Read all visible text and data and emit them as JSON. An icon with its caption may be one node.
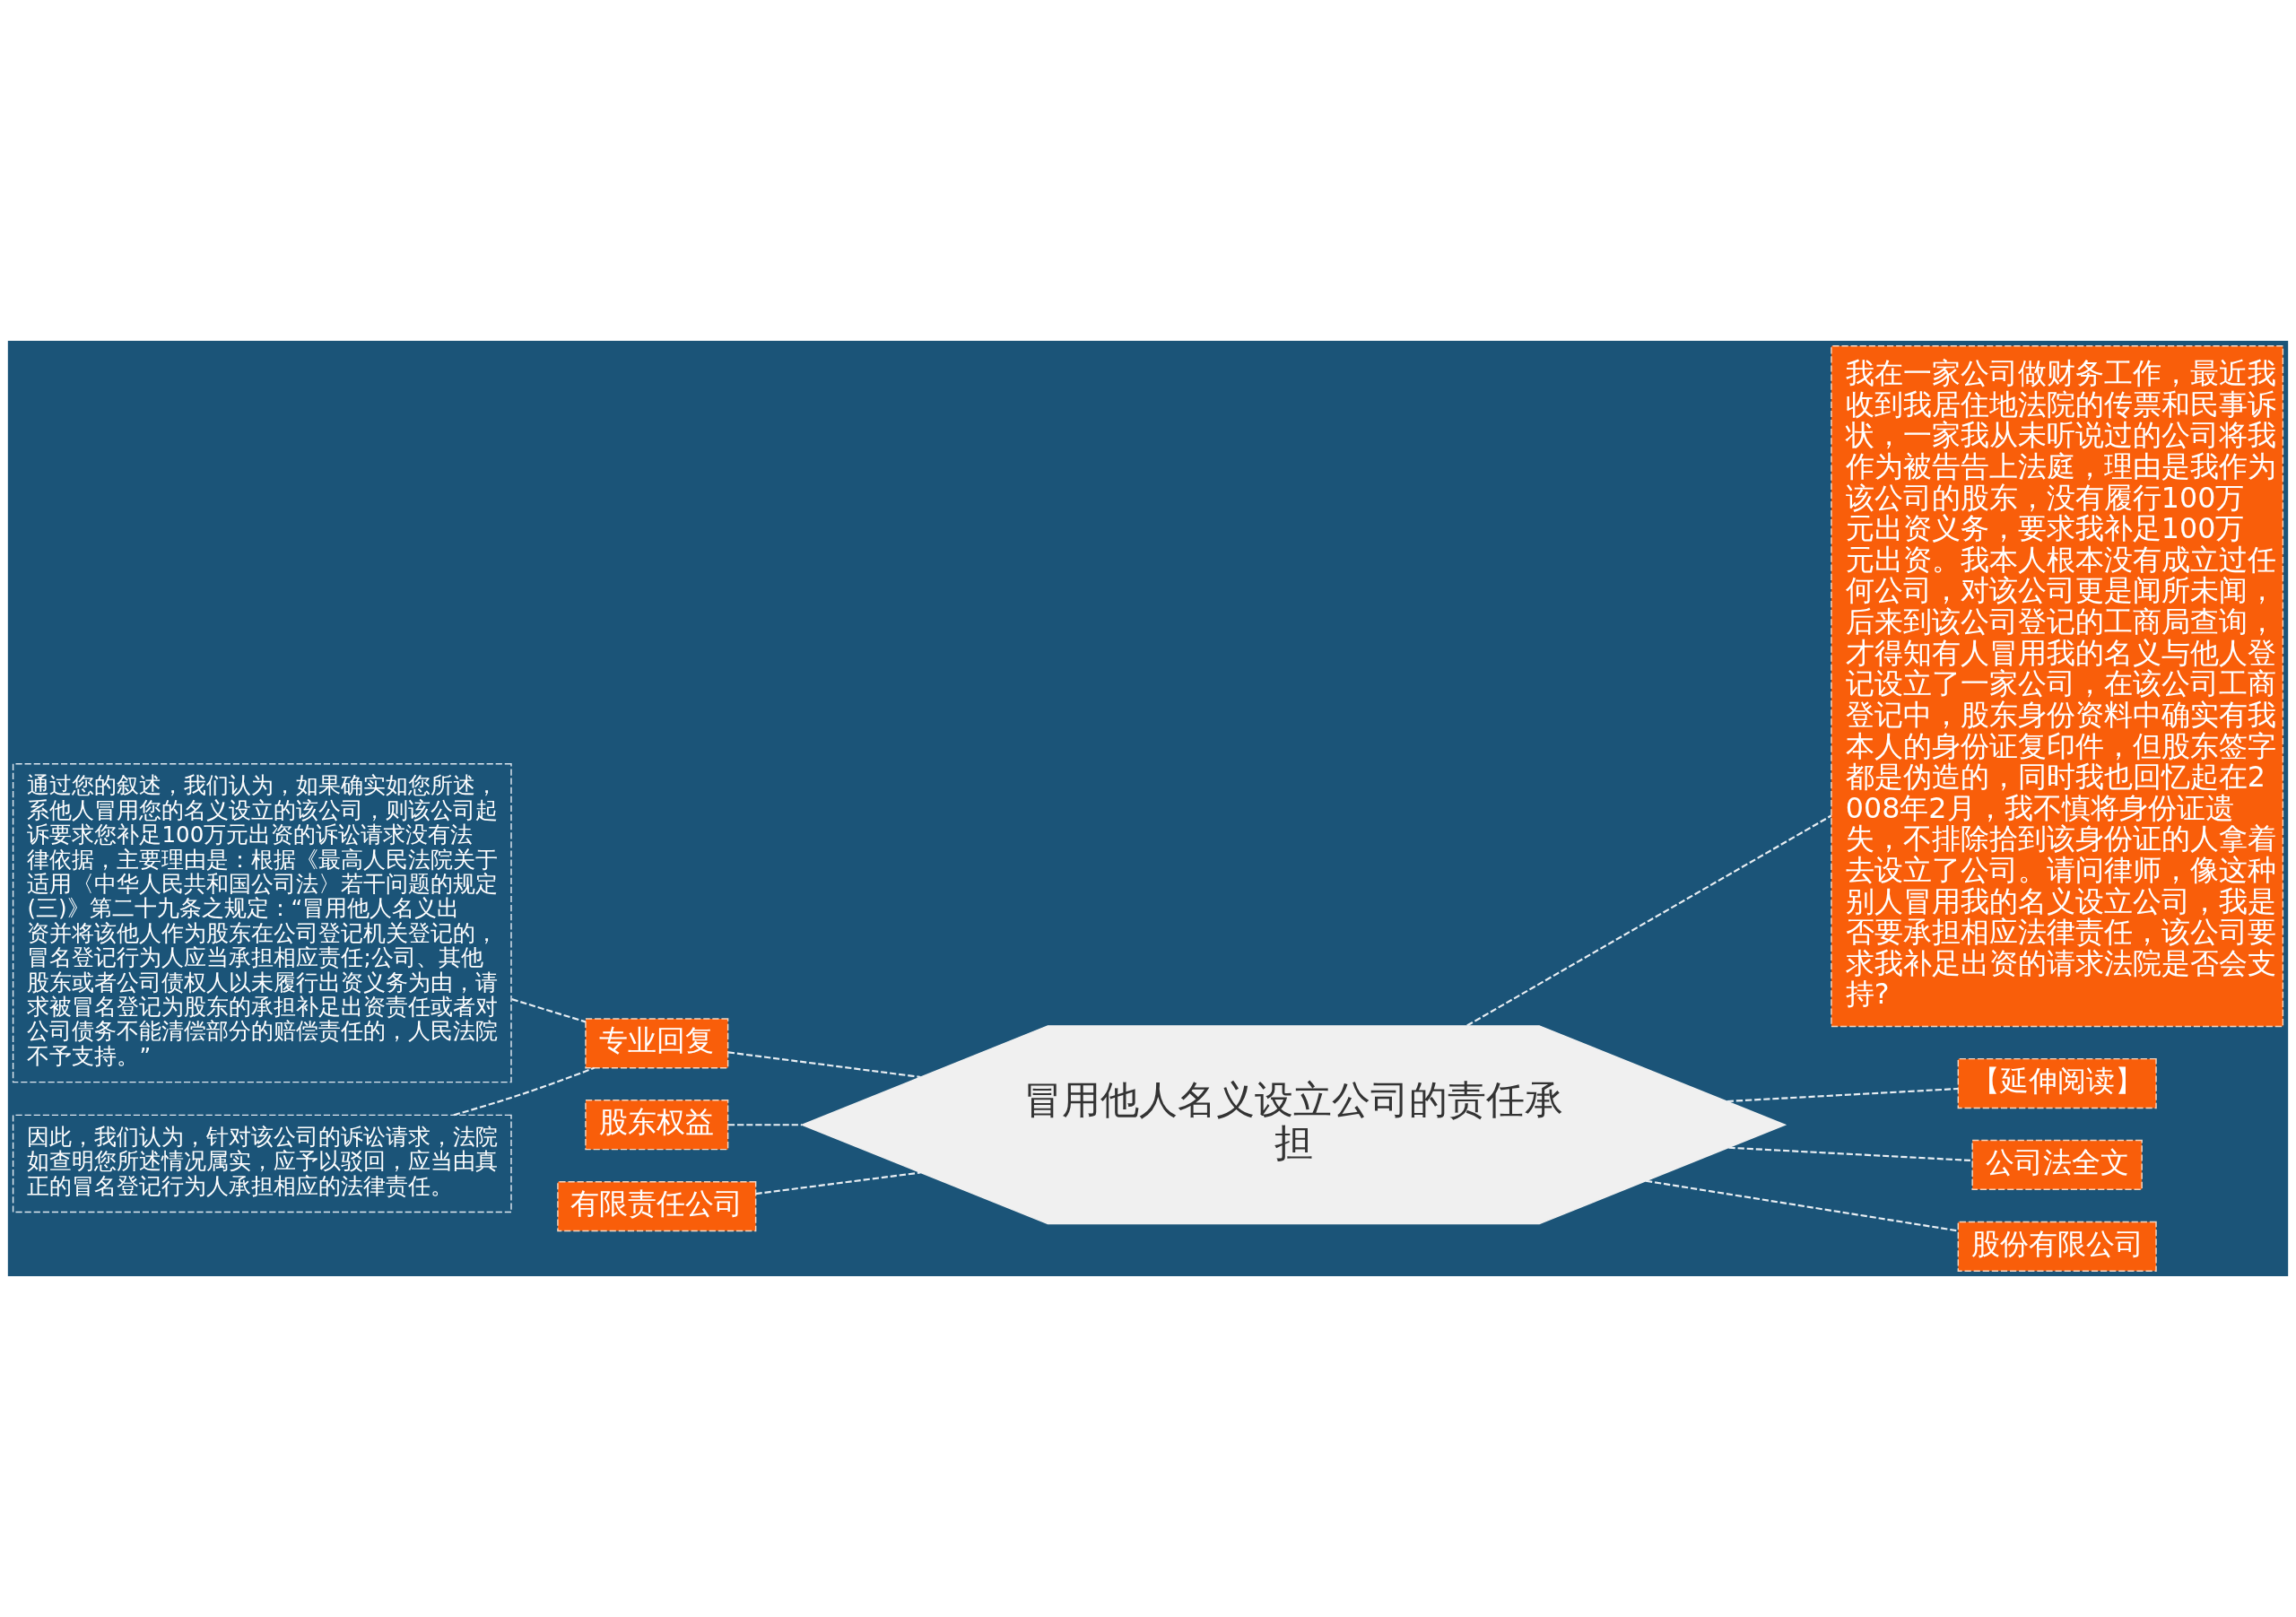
{
  "diagram": {
    "nodes": [
      {
        "text": [
          "冒用他人名义设立公司的责任承担"
        ]
      },
      {
        "text": [
          "专业回复"
        ]
      },
      {
        "text": [
          "通过您的叙述，我们认为，如果确实如您所述，系他人冒用您的名义设立的该公司，则该公司起诉要求您补足100万元出资的诉讼请求没有法律依据，主要理由是：根据《最高人民法院关于适用〈中华人民共和国公司法〉若干问题的规定(三)》第二十九条之规定：“冒用他人名义出资并将该他人作为股东在公司登记机关登记的，冒名登记行为人应当承担相应责任;公司、其他股东或者公司债权人以未履行出资义务为由，请求被冒名登记为股东的承担补足出资责任或者对公司债务不能清偿部分的赔偿责任的，人民法院不予支持。”"
        ]
      },
      {
        "text": [
          "因此，我们认为，针对该公司的诉讼请求，法院如查明您所述情况属实，应予以驳回，应当由真正的冒名登记行为人承担相应的法律责任。"
        ]
      },
      {
        "text": [
          "股东权益"
        ]
      },
      {
        "text": [
          "有限责任公司"
        ]
      },
      {
        "text": [
          "我在一家公司做财务工作，最近我收到我居住地法院的传票和民事诉状，一家我从未听说过的公司将我作为被告告上法庭，理由是我作为该公司的股东，没有履行100万元出资义务，要求我补足100万元出资。我本人根本没有成立过任何公司，对该公司更是闻所未闻，后来到该公司登记的工商局查询，才得知有人冒用我的名义与他人登记设立了一家公司，在该公司工商登记中，股东身份资料中确实有我本人的身份证复印件，但股东签字都是伪造的，同时我也回忆起在2008年2月，我不慎将身份证遗失，不排除拾到该身份证的人拿着去设立了公司。请问律师，像这种别人冒用我的名义设立公司，我是否要承担相应法律责任，该公司要求我补足出资的请求法院是否会支持?"
        ]
      },
      {
        "text": [
          "【延伸阅读】"
        ]
      },
      {
        "text": [
          "公司法全文"
        ]
      },
      {
        "text": [
          "股份有限公司"
        ]
      }
    ],
    "edges": [
      {
        "from": 0,
        "to": 1,
        "arrow": "none",
        "style": "dashed"
      },
      {
        "from": 1,
        "to": 2,
        "arrow": "none",
        "style": "dashed"
      },
      {
        "from": 1,
        "to": 3,
        "arrow": "none",
        "style": "dashed"
      },
      {
        "from": 0,
        "to": 4,
        "arrow": "none",
        "style": "dashed"
      },
      {
        "from": 0,
        "to": 5,
        "arrow": "none",
        "style": "dashed"
      },
      {
        "from": 0,
        "to": 6,
        "arrow": "none",
        "style": "dashed"
      },
      {
        "from": 0,
        "to": 7,
        "arrow": "none",
        "style": "dashed"
      },
      {
        "from": 0,
        "to": 8,
        "arrow": "none",
        "style": "dashed"
      },
      {
        "from": 0,
        "to": 9,
        "arrow": "none",
        "style": "dashed"
      }
    ]
  }
}
